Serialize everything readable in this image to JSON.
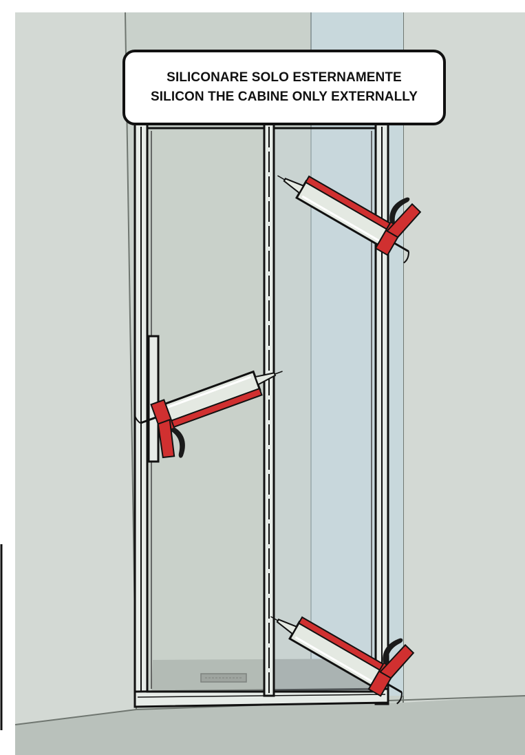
{
  "callout": {
    "line_it": "SILICONARE SOLO ESTERNAMENTE",
    "line_en": "SILICON THE CABINE ONLY EXTERNALLY"
  },
  "colors": {
    "wall": "#c9d1cb",
    "wall_side": "#d3d9d4",
    "glass": "#c8d8dc",
    "frame": "#111111",
    "tray": "#9aa09b",
    "gun_red": "#d03030",
    "gun_dark": "#111111",
    "cartridge": "#e4e9e2"
  },
  "illustration": {
    "subject": "bifold shower door in niche",
    "icons": [
      "silicone-gun-icon",
      "silicone-gun-icon",
      "silicone-gun-icon"
    ]
  }
}
